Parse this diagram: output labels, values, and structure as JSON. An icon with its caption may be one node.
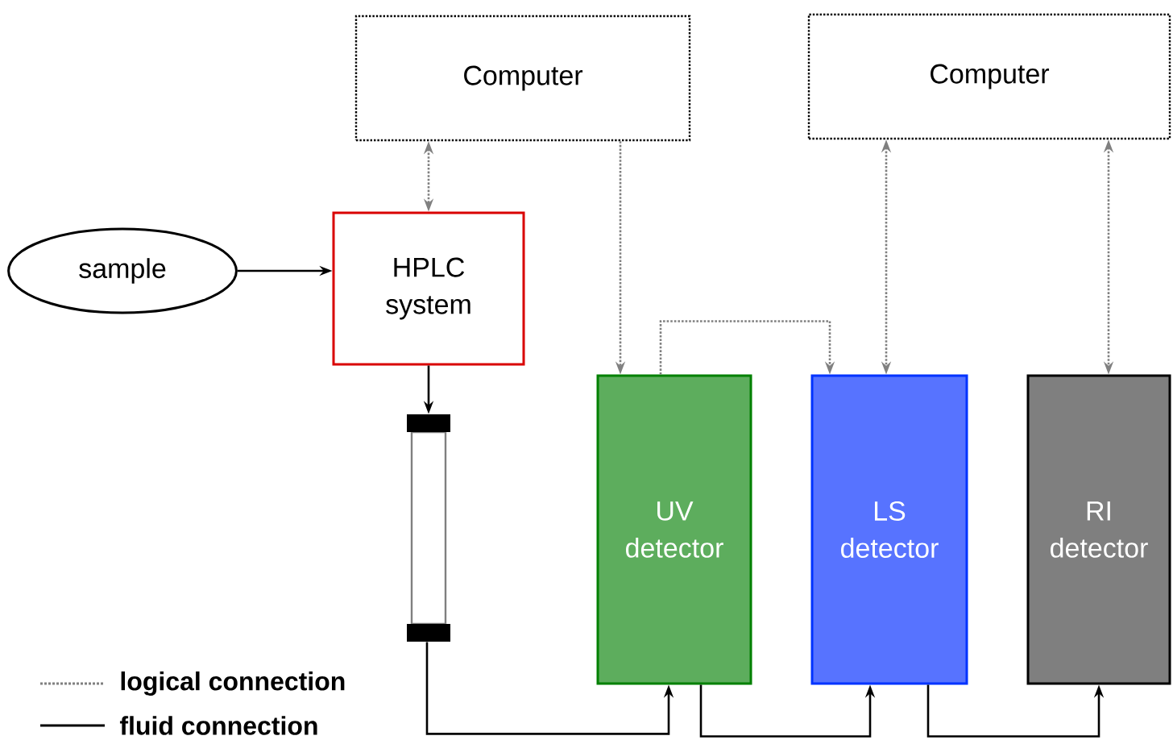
{
  "diagram": {
    "nodes": [
      {
        "text": [
          "Computer"
        ]
      },
      {
        "text": [
          "Computer"
        ]
      },
      {
        "text": [
          "sample"
        ]
      },
      {
        "text": [
          "HPLC system"
        ]
      },
      {
        "text": [],
        "shape": "cylinder"
      },
      {
        "text": [
          "UV detector"
        ]
      },
      {
        "text": [
          "LS detector"
        ]
      },
      {
        "text": [
          "RI detector"
        ]
      }
    ],
    "edges": [
      {
        "from": 0,
        "to": 3,
        "arrow": "both",
        "style": "dashed",
        "color": "#808080"
      },
      {
        "from": 0,
        "to": 5,
        "arrow": "to",
        "style": "dashed",
        "color": "#808080"
      },
      {
        "from": 5,
        "to": 6,
        "arrow": "to",
        "style": "dashed",
        "color": "#808080"
      },
      {
        "from": 1,
        "to": 6,
        "arrow": "both",
        "style": "dashed",
        "color": "#808080"
      },
      {
        "from": 1,
        "to": 7,
        "arrow": "both",
        "style": "dashed",
        "color": "#808080"
      },
      {
        "from": 2,
        "to": 3,
        "arrow": "to",
        "color": "#000000"
      },
      {
        "from": 3,
        "to": 4,
        "arrow": "to",
        "color": "#000000"
      },
      {
        "from": 4,
        "to": 5,
        "arrow": "to",
        "color": "#000000"
      },
      {
        "from": 5,
        "to": 6,
        "arrow": "to",
        "color": "#000000"
      },
      {
        "from": 6,
        "to": 7,
        "arrow": "to",
        "color": "#000000"
      }
    ],
    "legend": [
      {
        "text": "logical connection"
      },
      {
        "text": "fluid connection"
      }
    ]
  }
}
